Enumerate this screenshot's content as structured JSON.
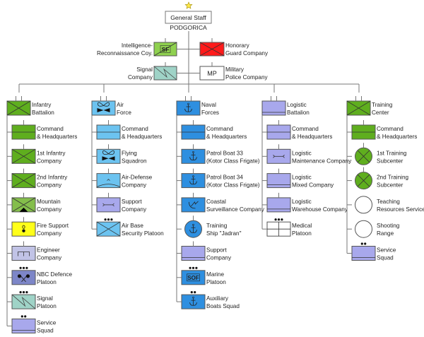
{
  "title": "Organization of the Armed Forces of Montenegro",
  "colors": {
    "infantry": "#5fae1e",
    "infantry_light": "#84be4b",
    "intel": "#8fd14f",
    "guard": "#ff1a1a",
    "signal": "#9fd3c7",
    "air": "#6cc3f0",
    "naval": "#2e8fe0",
    "logistic": "#a8a8ec",
    "engineer": "#c1c3e6",
    "nbc": "#7d86c8",
    "fire": "#ffff1a",
    "white": "#ffffff",
    "line": "#777777"
  },
  "top": {
    "star_icon": "star",
    "general_staff": {
      "label": "General Staff",
      "location": "PODGORICA"
    },
    "units": [
      {
        "id": "intel",
        "label": [
          "Intelligence-",
          "Reconnaissance Coy."
        ],
        "symbol": "sf-diagonal",
        "symbol_text": "SF",
        "color": "intel",
        "side": "left"
      },
      {
        "id": "guard",
        "label": [
          "Honorary",
          "Guard Company"
        ],
        "symbol": "infantry-x",
        "color": "guard",
        "side": "right"
      },
      {
        "id": "signal",
        "label": [
          "Signal",
          "Company"
        ],
        "symbol": "signal",
        "color": "signal",
        "side": "left"
      },
      {
        "id": "mp",
        "label": [
          "Military",
          "Police Company"
        ],
        "symbol": "text",
        "symbol_text": "MP",
        "color": "white",
        "side": "right"
      }
    ]
  },
  "columns": [
    {
      "id": "infantry",
      "head": {
        "label": [
          "Infantry",
          "Battalion"
        ],
        "symbol": "infantry-x",
        "color": "infantry",
        "echelon": "II"
      },
      "children": [
        {
          "label": [
            "Command",
            "& Headquarters"
          ],
          "symbol": "hq",
          "color": "infantry",
          "echelon": "I"
        },
        {
          "label": [
            "1st Infantry",
            "Company"
          ],
          "symbol": "infantry-x",
          "color": "infantry",
          "echelon": "I"
        },
        {
          "label": [
            "2nd Infantry",
            "Company"
          ],
          "symbol": "infantry-x",
          "color": "infantry",
          "echelon": "I"
        },
        {
          "label": [
            "Mountain",
            "Company"
          ],
          "symbol": "mountain",
          "color": "infantry_light",
          "echelon": "I"
        },
        {
          "label": [
            "Fire Support",
            "Company"
          ],
          "symbol": "fire",
          "color": "fire",
          "echelon": "I"
        },
        {
          "label": [
            "Engineer",
            "Company"
          ],
          "symbol": "engineer",
          "color": "engineer",
          "echelon": "I"
        },
        {
          "label": [
            "NBC Defence",
            "Platoon"
          ],
          "symbol": "nbc",
          "color": "nbc",
          "echelon": "•••"
        },
        {
          "label": [
            "Signal",
            "Platoon"
          ],
          "symbol": "signal",
          "color": "signal",
          "echelon": "•••"
        },
        {
          "label": [
            "Service",
            "Squad"
          ],
          "symbol": "service",
          "color": "logistic",
          "echelon": "••"
        }
      ]
    },
    {
      "id": "air",
      "head": {
        "label": [
          "Air",
          "Force"
        ],
        "symbol": "aviation",
        "color": "air",
        "echelon": "II"
      },
      "children": [
        {
          "label": [
            "Command",
            "& Headquarters"
          ],
          "symbol": "hq",
          "color": "air",
          "echelon": "I"
        },
        {
          "label": [
            "Flying",
            "Squadron"
          ],
          "symbol": "aviation",
          "color": "air",
          "echelon": "I"
        },
        {
          "label": [
            "Air-Defense",
            "Company"
          ],
          "symbol": "air-defense",
          "color": "air",
          "echelon": "I"
        },
        {
          "label": [
            "Support",
            "Company"
          ],
          "symbol": "maintenance",
          "color": "logistic",
          "echelon": "I"
        },
        {
          "label": [
            "Air Base",
            "Security Platoon"
          ],
          "symbol": "infantry-x",
          "color": "air",
          "echelon": "•••"
        }
      ]
    },
    {
      "id": "naval",
      "head": {
        "label": [
          "Naval",
          "Forces"
        ],
        "symbol": "anchor",
        "color": "naval",
        "echelon": "II"
      },
      "children": [
        {
          "label": [
            "Command",
            "& Headquarters"
          ],
          "symbol": "hq",
          "color": "naval",
          "echelon": "I"
        },
        {
          "label": [
            "Patrol Boat 33",
            "(Kotor Class Frigate)"
          ],
          "symbol": "anchor",
          "color": "naval",
          "echelon": "I"
        },
        {
          "label": [
            "Patrol Boat 34",
            "(Kotor Class Frigate)"
          ],
          "symbol": "anchor",
          "color": "naval",
          "echelon": "I"
        },
        {
          "label": [
            "Coastal",
            "Surveillance Company"
          ],
          "symbol": "radar",
          "color": "naval",
          "echelon": "I"
        },
        {
          "label": [
            "Training",
            "Ship \"Jadran\""
          ],
          "symbol": "anchor-circle",
          "color": "naval",
          "echelon": "I"
        },
        {
          "label": [
            "Support",
            "Company"
          ],
          "symbol": "service",
          "color": "logistic",
          "echelon": "I"
        },
        {
          "label": [
            "Marine",
            "Platoon"
          ],
          "symbol": "text",
          "symbol_text": "SOF",
          "color": "naval",
          "echelon": "•••"
        },
        {
          "label": [
            "Auxiliary",
            "Boats Squad"
          ],
          "symbol": "anchor",
          "color": "naval",
          "echelon": "••"
        }
      ]
    },
    {
      "id": "logistic",
      "head": {
        "label": [
          "Logistic",
          "Battalion"
        ],
        "symbol": "service",
        "color": "logistic",
        "echelon": "II"
      },
      "children": [
        {
          "label": [
            "Command",
            "& Headquarters"
          ],
          "symbol": "hq",
          "color": "logistic",
          "echelon": "I"
        },
        {
          "label": [
            "Logistic",
            "Maintenance Company"
          ],
          "symbol": "maintenance",
          "color": "logistic",
          "echelon": "I"
        },
        {
          "label": [
            "Logistic",
            "Mixed Company"
          ],
          "symbol": "service",
          "color": "logistic",
          "echelon": "I"
        },
        {
          "label": [
            "Logistic",
            "Warehouse Company"
          ],
          "symbol": "service",
          "color": "logistic",
          "echelon": "I"
        },
        {
          "label": [
            "Medical",
            "Platoon"
          ],
          "symbol": "medical",
          "color": "white",
          "echelon": "•••"
        }
      ]
    },
    {
      "id": "training",
      "head": {
        "label": [
          "Training",
          "Center"
        ],
        "symbol": "infantry-x",
        "color": "infantry",
        "echelon": "II"
      },
      "children": [
        {
          "label": [
            "Command",
            "& Headquarters"
          ],
          "symbol": "hq",
          "color": "infantry",
          "echelon": "I"
        },
        {
          "label": [
            "1st Training",
            "Subcenter"
          ],
          "symbol": "circle-x",
          "color": "infantry",
          "echelon": "I"
        },
        {
          "label": [
            "2nd Training",
            "Subcenter"
          ],
          "symbol": "circle-x",
          "color": "infantry",
          "echelon": "I"
        },
        {
          "label": [
            "Teaching",
            "Resources Service"
          ],
          "symbol": "circle",
          "color": "white",
          "echelon": ""
        },
        {
          "label": [
            "Shooting",
            "Range"
          ],
          "symbol": "circle",
          "color": "white",
          "echelon": ""
        },
        {
          "label": [
            "Service",
            "Squad"
          ],
          "symbol": "service",
          "color": "logistic",
          "echelon": "••"
        }
      ]
    }
  ]
}
